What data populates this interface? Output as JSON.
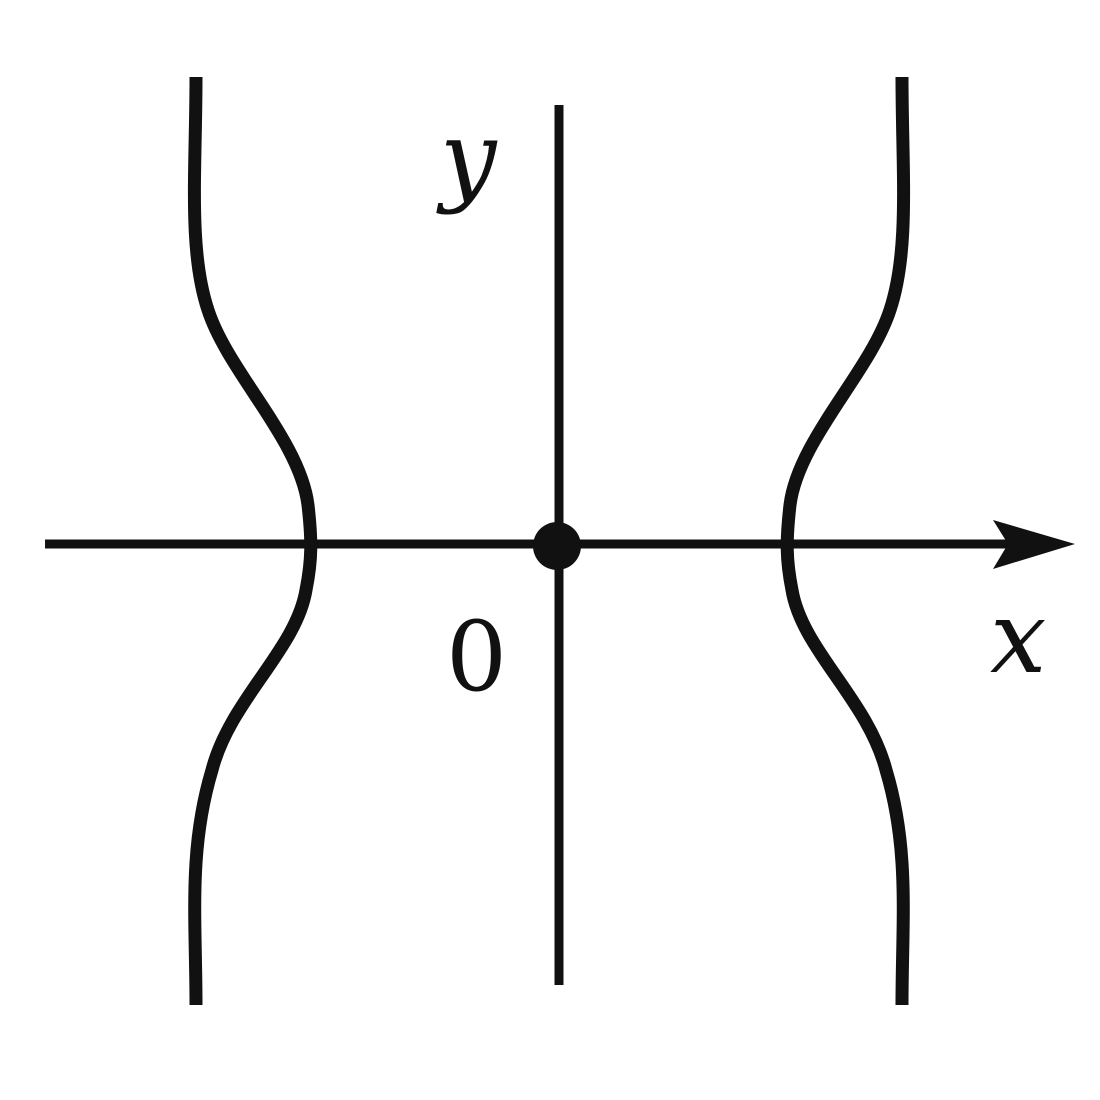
{
  "diagram": {
    "colors": {
      "ink": "#111111",
      "background": "#ffffff"
    },
    "axes": {
      "x_label": "x",
      "y_label": "y",
      "origin_label": "0"
    },
    "curves": [
      {
        "name": "left-curve",
        "side": "left"
      },
      {
        "name": "right-curve",
        "side": "right"
      }
    ],
    "origin_point": "filled-dot"
  }
}
